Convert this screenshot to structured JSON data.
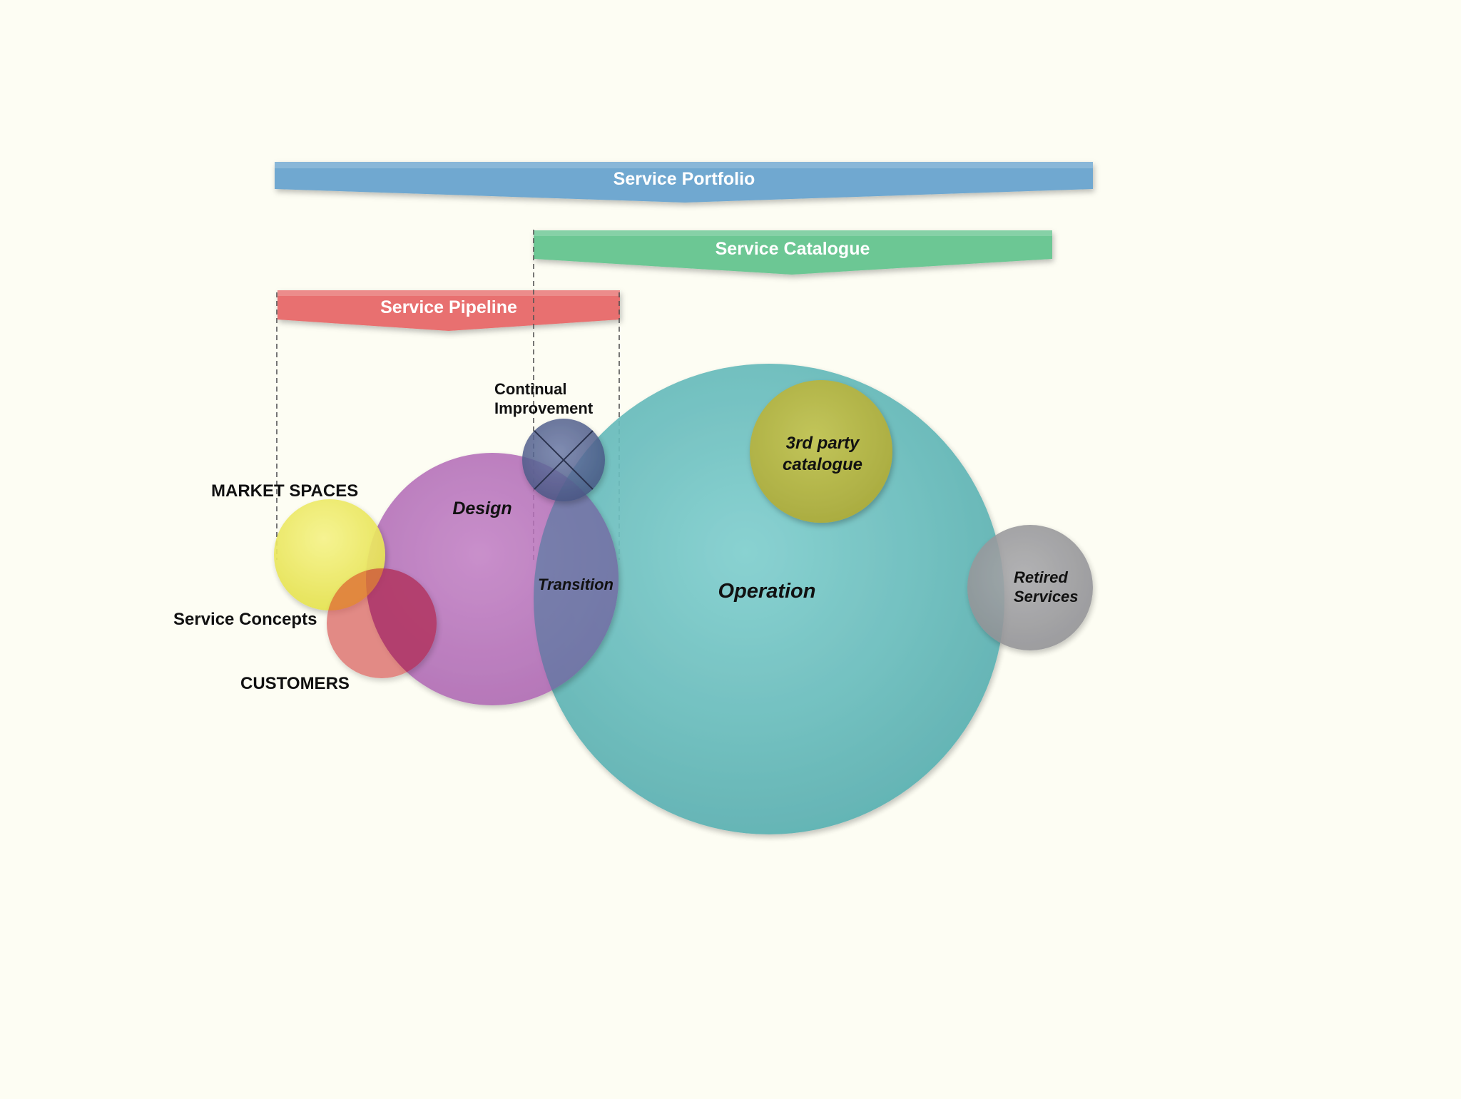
{
  "banners": {
    "portfolio": {
      "label": "Service Portfolio",
      "color": "#6fa8d0"
    },
    "catalogue": {
      "label": "Service Catalogue",
      "color": "#6cc794"
    },
    "pipeline": {
      "label": "Service Pipeline",
      "color": "#e8706f"
    }
  },
  "circles": {
    "operation": {
      "label": "Operation",
      "color": "#5fb7b8"
    },
    "design": {
      "label": "Design",
      "color": "#b16ab6"
    },
    "transition": {
      "label": "Transition"
    },
    "third_party": {
      "label_line1": "3rd party",
      "label_line2": "catalogue",
      "color": "#b5b84a"
    },
    "retired": {
      "label_line1": "Retired",
      "label_line2": "Services",
      "color": "#9a9a9e"
    },
    "continual": {
      "label_line1": "Continual",
      "label_line2": "Improvement",
      "color": "#4f5f8f"
    },
    "market": {
      "color": "#eeeb63"
    },
    "customers": {
      "color": "#d86060"
    }
  },
  "labels": {
    "market_spaces": "MARKET SPACES",
    "service_concepts": "Service Concepts",
    "customers": "CUSTOMERS"
  }
}
